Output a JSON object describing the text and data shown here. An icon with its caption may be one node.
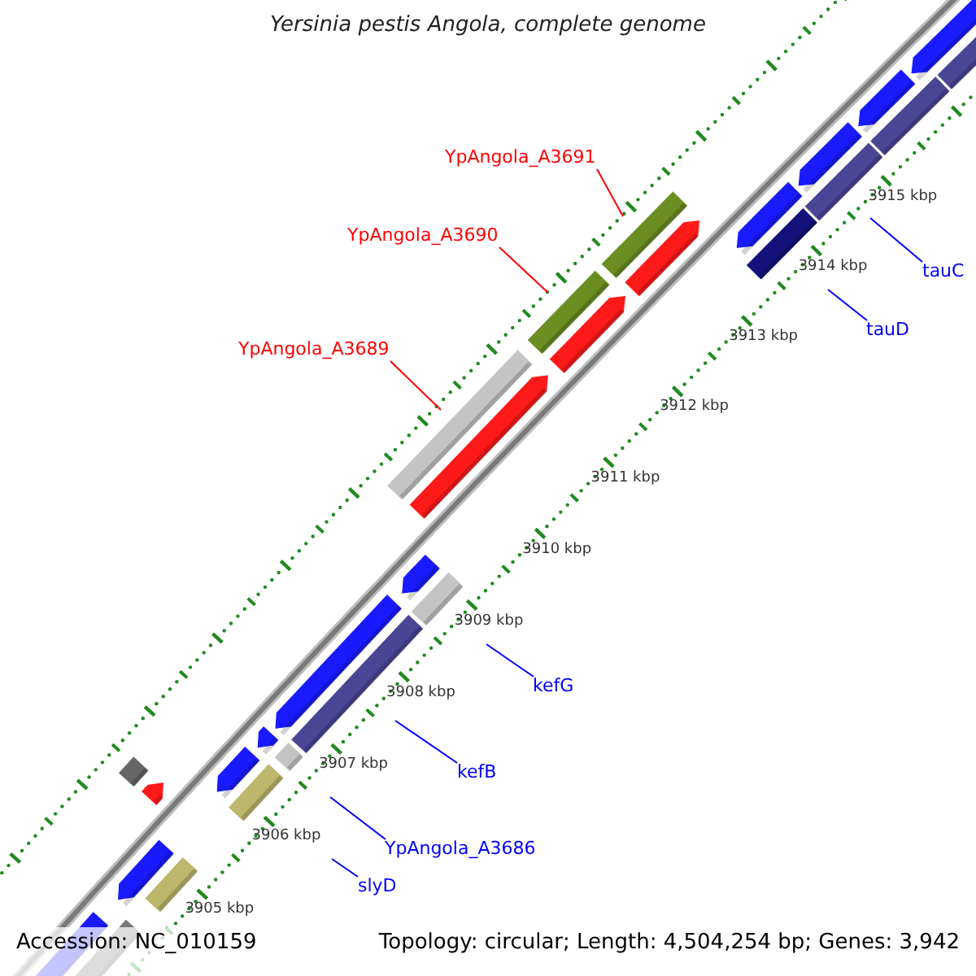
{
  "diagram": {
    "title": "Yersinia pestis Angola, complete genome",
    "nodes": [
      {
        "text": [
          "YpAngola_A3691"
        ]
      },
      {
        "text": [
          "YpAngola_A3690"
        ]
      },
      {
        "text": [
          "tauC"
        ]
      },
      {
        "text": [
          "tauD"
        ]
      },
      {
        "text": [
          "YpAngola_A3689"
        ]
      },
      {
        "text": [
          "kefG"
        ]
      },
      {
        "text": [
          "kefB"
        ]
      },
      {
        "text": [
          "YpAngola_A3686"
        ]
      },
      {
        "text": [
          "slyD"
        ]
      }
    ],
    "edges": [
      {
        "from": 0,
        "to": null,
        "arrow": "none",
        "color": "#ff0000"
      },
      {
        "from": 1,
        "to": null,
        "arrow": "none",
        "color": "#ff0000"
      },
      {
        "from": 2,
        "to": null,
        "arrow": "none"
      },
      {
        "from": 3,
        "to": null,
        "arrow": "none"
      },
      {
        "from": 4,
        "to": null,
        "arrow": "none",
        "color": "#ff0000"
      },
      {
        "from": 5,
        "to": null,
        "arrow": "none"
      },
      {
        "from": 6,
        "to": null,
        "arrow": "none"
      },
      {
        "from": 7,
        "to": null,
        "arrow": "none"
      },
      {
        "from": 8,
        "to": null,
        "arrow": "none"
      }
    ],
    "labels": [
      "3915 kbp",
      "3914 kbp",
      "3913 kbp",
      "3912 kbp",
      "3911 kbp",
      "3910 kbp",
      "3909 kbp",
      "3908 kbp",
      "3907 kbp",
      "3906 kbp",
      "3905 kbp",
      "Accession: NC_010159",
      "Topology: circular; Length: 4,504,254 bp; Genes: 3,942"
    ]
  }
}
